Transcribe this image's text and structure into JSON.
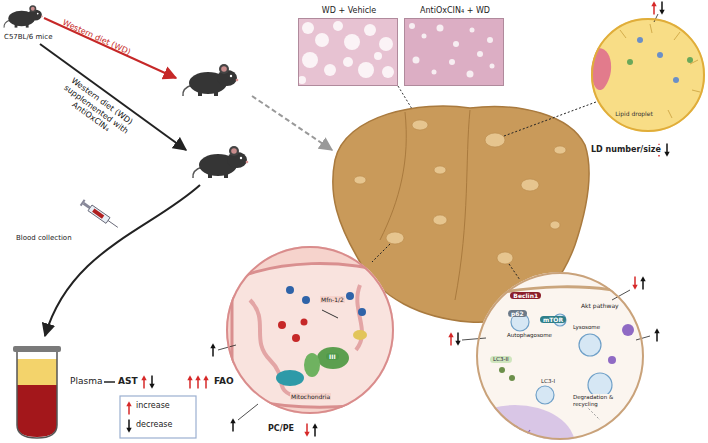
{
  "diagram": {
    "nodes": [
      {
        "text": [
          "WD + Vehicle"
        ]
      },
      {
        "text": [
          "AntiOxCIN₄ + WD"
        ]
      },
      {
        "text": [
          "Lipid droplet"
        ]
      },
      {
        "text": [
          "Mfn-1/2",
          "III",
          "Mitochondria"
        ]
      },
      {
        "text": [
          "Beclin1",
          "p62",
          "mTOR",
          "Akt pathway",
          "Autophagosome",
          "Lysosome",
          "LC3-II",
          "LC3-I",
          "Degradation & recycling"
        ]
      },
      {
        "text": [
          "Plasma"
        ]
      }
    ],
    "labels": [
      "C57BL/6 mice",
      "Western diet (WD)",
      "Western diet (WD) supplemented with AntiOxCIN₄",
      "Blood collection",
      "AST",
      "FAO",
      "PC/PE",
      "LD number/size"
    ],
    "legend": [
      {
        "text": "increase"
      },
      {
        "text": "decrease"
      }
    ]
  }
}
